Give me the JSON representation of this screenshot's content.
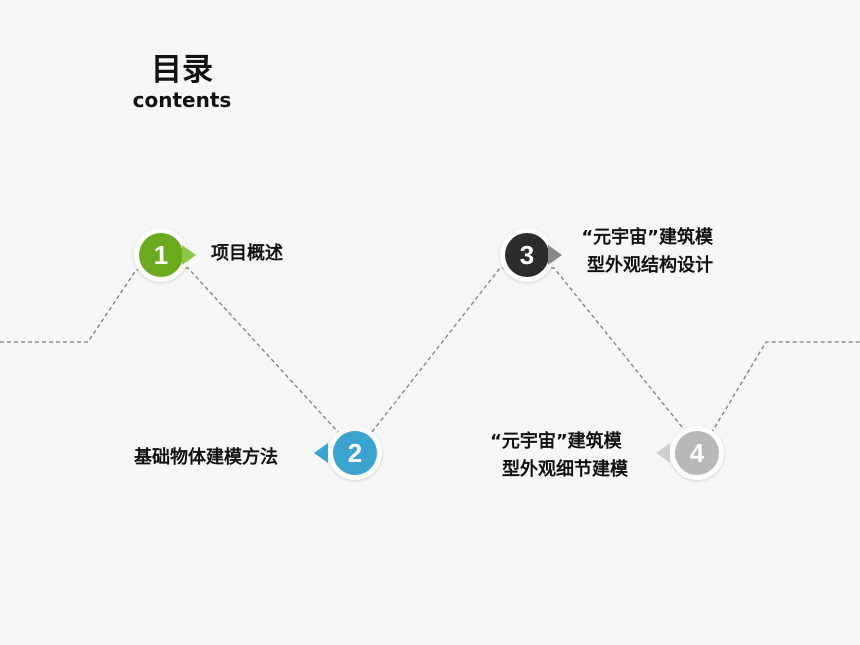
{
  "heading": {
    "title": "目录",
    "subtitle": "contents"
  },
  "items": [
    {
      "number": "1",
      "label_line1": "项目概述",
      "label_line2": "",
      "color": "#6aab1e",
      "pointer_color": "#8cc63e"
    },
    {
      "number": "2",
      "label_line1": "基础物体建模方法",
      "label_line2": "",
      "color": "#3ba3cf",
      "pointer_color": "#3ba3cf"
    },
    {
      "number": "3",
      "label_line1": "“元宇宙”建筑模",
      "label_line2": "型外观结构设计",
      "color": "#2c2c2c",
      "pointer_color": "#888888"
    },
    {
      "number": "4",
      "label_line1": "“元宇宙”建筑模",
      "label_line2": "型外观细节建模",
      "color": "#b8b8b8",
      "pointer_color": "#cfcfcf"
    }
  ]
}
